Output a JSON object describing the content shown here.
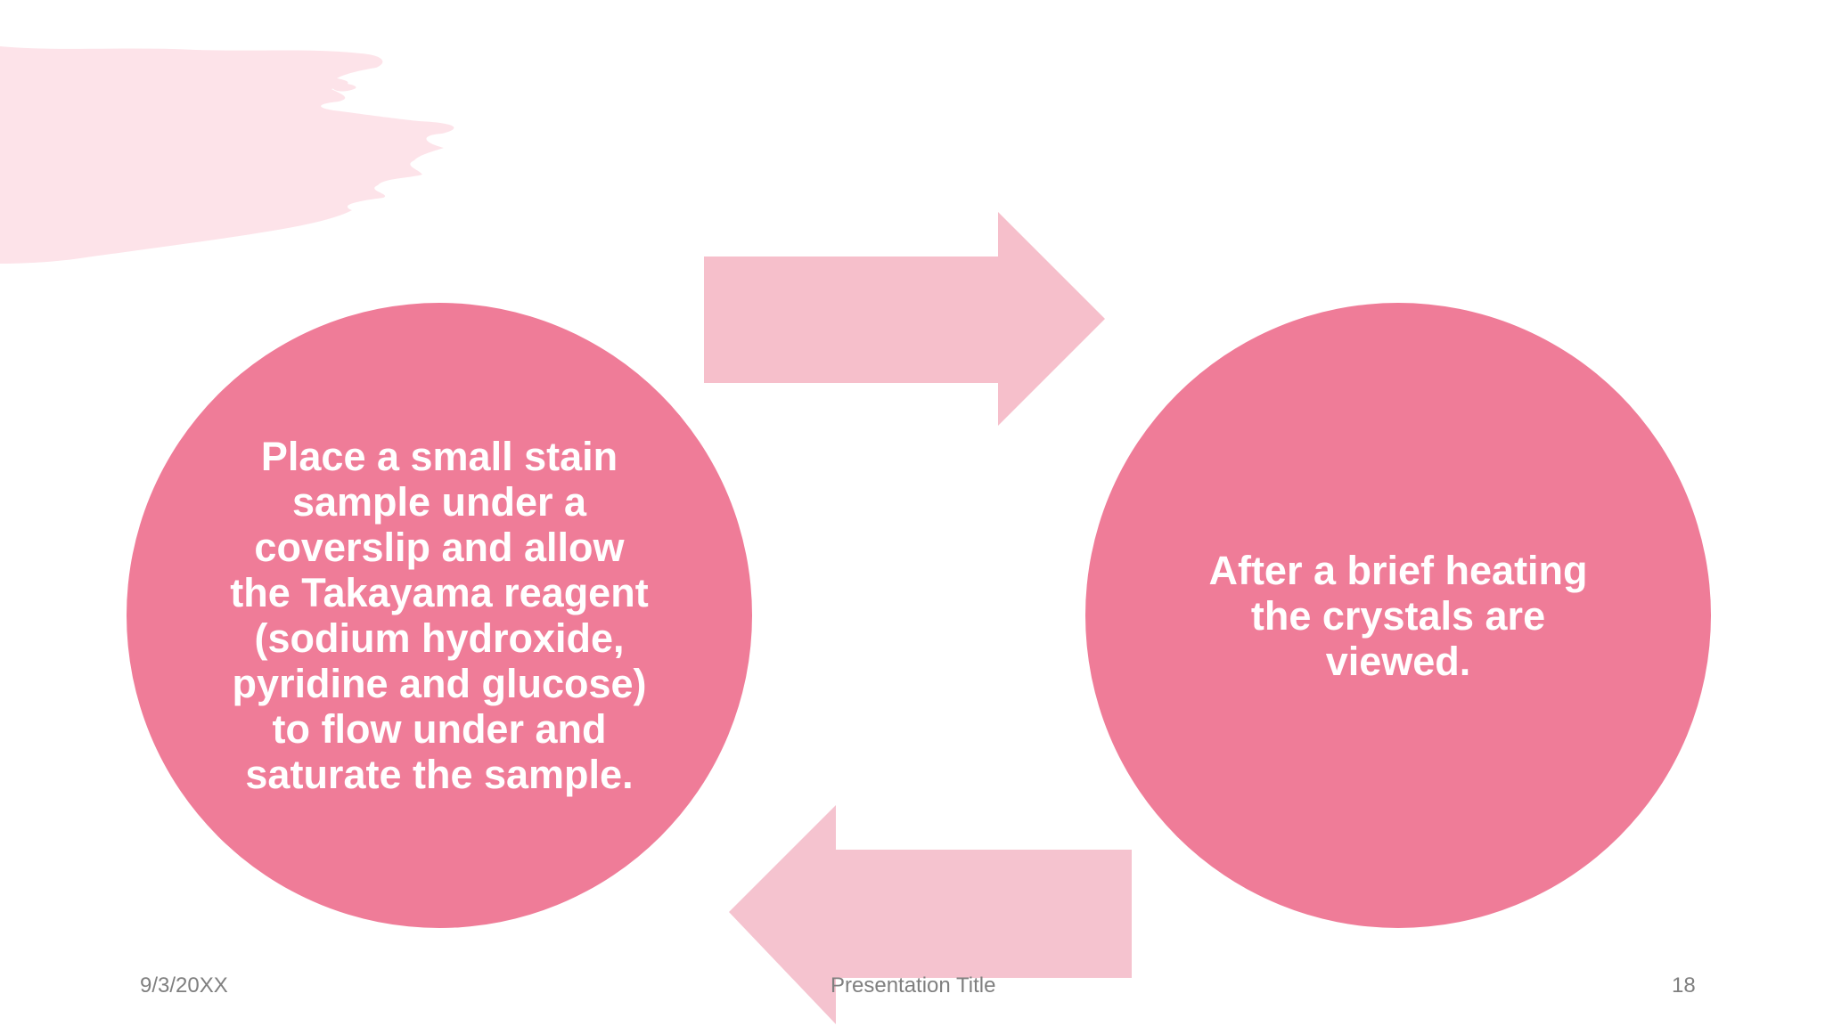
{
  "slide": {
    "step_one_text": "Place a small stain sample under a coverslip and allow the Takayama reagent (sodium hydroxide, pyridine and glucose) to flow under and saturate the sample.",
    "step_two_text": "After a brief heating the crystals are viewed."
  },
  "footer": {
    "date": "9/3/20XX",
    "title": "Presentation Title",
    "page_number": "18"
  },
  "colors": {
    "circle_fill": "#ef7c98",
    "arrow_right_fill": "#f6bfcb",
    "arrow_left_fill": "#f5c3cf",
    "brush_fill": "#fde3e9",
    "footer_text": "#7f7f7f"
  }
}
